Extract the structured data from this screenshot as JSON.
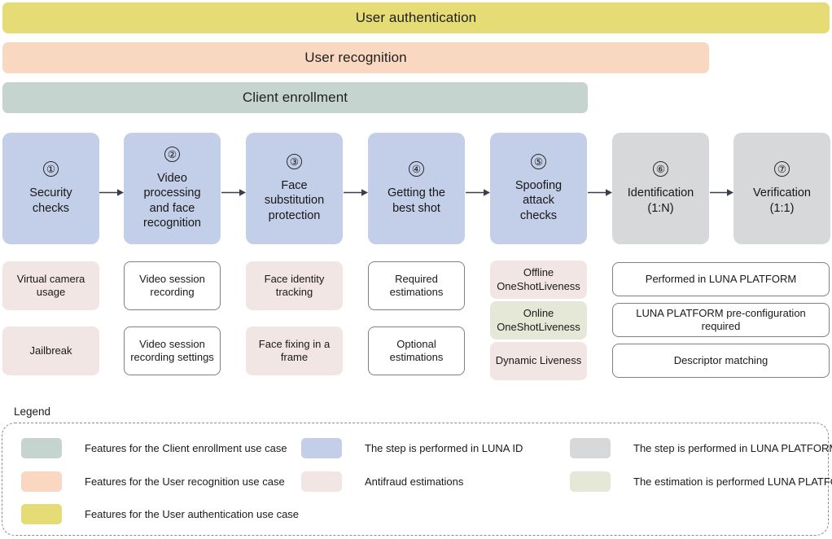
{
  "bands": [
    {
      "id": "user-authentication",
      "label": "User authentication",
      "color": "#e6dc76"
    },
    {
      "id": "user-recognition",
      "label": "User recognition",
      "color": "#f9d7c0"
    },
    {
      "id": "client-enrollment",
      "label": "Client enrollment",
      "color": "#c6d4d0"
    }
  ],
  "steps": [
    {
      "num": "①",
      "label": "Security\nchecks",
      "system": "LUNA ID",
      "color": "#c3cfe8"
    },
    {
      "num": "②",
      "label": "Video\nprocessing\nand face\nrecognition",
      "system": "LUNA ID",
      "color": "#c3cfe8"
    },
    {
      "num": "③",
      "label": "Face\nsubstitution\nprotection",
      "system": "LUNA ID",
      "color": "#c3cfe8"
    },
    {
      "num": "④",
      "label": "Getting the\nbest shot",
      "system": "LUNA ID",
      "color": "#c3cfe8"
    },
    {
      "num": "⑤",
      "label": "Spoofing\nattack\nchecks",
      "system": "LUNA ID",
      "color": "#c3cfe8"
    },
    {
      "num": "⑥",
      "label": "Identification\n(1:N)",
      "system": "LUNA PLATFORM",
      "color": "#d6d8da"
    },
    {
      "num": "⑦",
      "label": "Verification\n(1:1)",
      "system": "LUNA PLATFORM",
      "color": "#d6d8da"
    }
  ],
  "features": {
    "col1": [
      {
        "label": "Virtual camera\nusage",
        "kind": "antifraud"
      },
      {
        "label": "Jailbreak",
        "kind": "antifraud"
      }
    ],
    "col2": [
      {
        "label": "Video session\nrecording",
        "kind": "plain"
      },
      {
        "label": "Video session\nrecording settings",
        "kind": "plain"
      }
    ],
    "col3": [
      {
        "label": "Face identity\ntracking",
        "kind": "antifraud"
      },
      {
        "label": "Face fixing in a\nframe",
        "kind": "antifraud"
      }
    ],
    "col4": [
      {
        "label": "Required\nestimations",
        "kind": "plain"
      },
      {
        "label": "Optional\nestimations",
        "kind": "plain"
      }
    ],
    "col5": [
      {
        "label": "Offline\nOneShotLiveness",
        "kind": "antifraud"
      },
      {
        "label": "Online\nOneShotLiveness",
        "kind": "estim"
      },
      {
        "label": "Dynamic Liveness",
        "kind": "antifraud"
      }
    ],
    "col6": [
      {
        "label": "Performed in LUNA PLATFORM",
        "kind": "plain"
      },
      {
        "label": "LUNA PLATFORM pre-configuration\nrequired",
        "kind": "plain"
      },
      {
        "label": "Descriptor matching",
        "kind": "plain"
      }
    ]
  },
  "legend": {
    "title": "Legend",
    "items": [
      {
        "color": "#c6d4d0",
        "label": "Features for the Client enrollment use case"
      },
      {
        "color": "#f9d7c0",
        "label": "Features for the User recognition use case"
      },
      {
        "color": "#e6dc76",
        "label": "Features for the User authentication use case"
      },
      {
        "color": "#c3cfe8",
        "label": "The step is performed in LUNA ID"
      },
      {
        "color": "#f2e6e4",
        "label": "Antifraud estimations"
      },
      {
        "color": "#d6d8da",
        "label": "The step is performed in LUNA PLATFORM"
      },
      {
        "color": "#e5e8d6",
        "label": "The estimation is performed LUNA PLATFORM"
      }
    ]
  },
  "colors": {
    "arrow": "#3a3f50",
    "legend_border": "#8c8c8c",
    "box_border": "#808080",
    "background": "#ffffff"
  }
}
